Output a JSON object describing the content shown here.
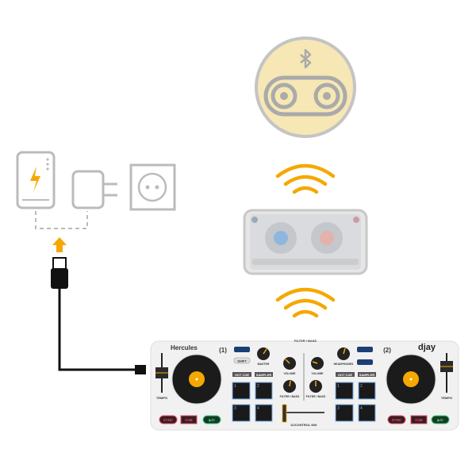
{
  "colors": {
    "accent_orange": "#f5a800",
    "speaker_fill": "#f6e7b4",
    "outline_grey": "#bdbdbd",
    "pad_blue": "#7fb2f0",
    "sync_red": "#e0506a",
    "play_green": "#3fcf7a"
  },
  "speaker": {
    "icon": "bluetooth-icon"
  },
  "power_sources": [
    "power-bank-icon",
    "wall-charger-icon",
    "wall-socket-icon"
  ],
  "controller": {
    "brand": "Hercules",
    "app_logo": "djay",
    "top_label": "FILTER / BASS",
    "deck1": "(1)",
    "deck2": "(2)",
    "tempo": "TEMPO",
    "shift": "SHIFT",
    "master": "MASTER",
    "headphones": "HEADPHONES",
    "volume": "VOLUME",
    "filter_bass": "FILTER / BASS",
    "hot_cue": "HOT CUE",
    "sampler": "SAMPLER",
    "crossfader": "DJCONTROL MIX",
    "sync": "SYNC",
    "cue": "CUE",
    "play_pause": "▶/II",
    "pads": [
      "1",
      "2",
      "3",
      "4"
    ]
  }
}
